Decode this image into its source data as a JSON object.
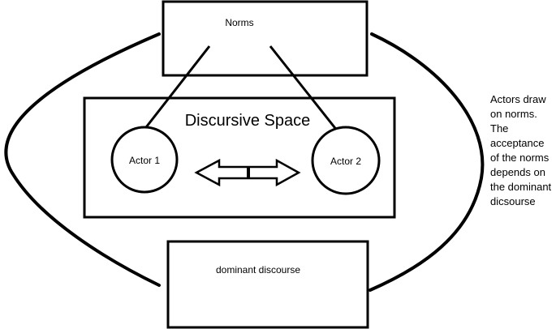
{
  "diagram": {
    "nodes": {
      "norms": "Norms",
      "discursive_space": "Discursive Space",
      "actor1": "Actor 1",
      "actor2": "Actor 2",
      "dominant_discourse": "dominant discourse"
    },
    "caption": "Actors draw on norms. The acceptance of the norms depends on the dominant dicsourse"
  }
}
